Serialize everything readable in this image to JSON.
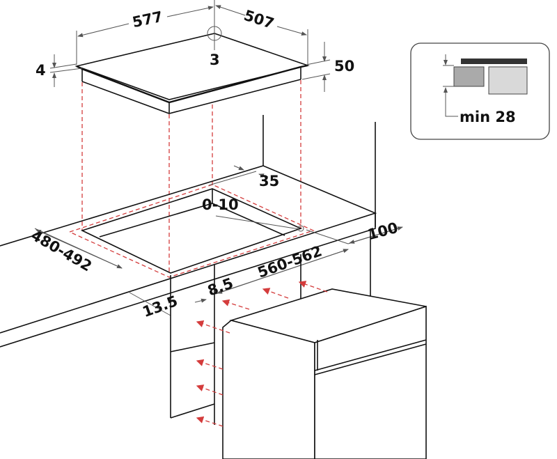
{
  "dimensions": {
    "hob_width": "577",
    "hob_depth": "507",
    "corner_detail": "3",
    "glass_thickness": "4",
    "hob_height": "50",
    "cutout_back_margin": "35",
    "cutout_offset": "0-10",
    "wall_distance": "100",
    "cutout_depth": "480-492",
    "cutout_width": "560-562",
    "front_margin_inner": "8.5",
    "front_margin_outer": "13.5"
  },
  "inset": {
    "label": "min 28"
  },
  "colors": {
    "line": "#111111",
    "guide": "#d43c3c",
    "inset_dark": "#333333",
    "inset_mid": "#aaaaaa",
    "inset_light": "#d9d9d9"
  }
}
